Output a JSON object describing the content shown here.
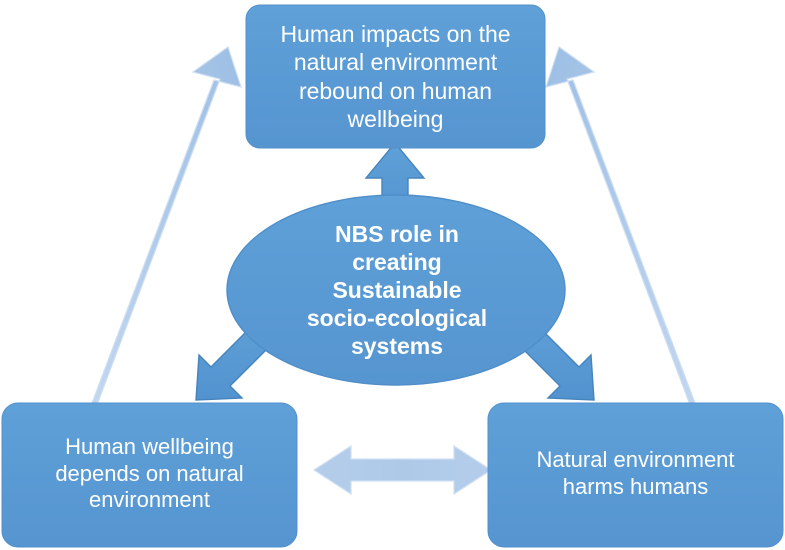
{
  "diagram": {
    "title": "NBS role in creating Sustainable socio-ecological systems",
    "colors": {
      "node_fill": "#5b9bd5",
      "node_fill_dark": "#4a8ac4",
      "node_stroke": "#4a8ac4",
      "arrow_dark": "#5b9bd5",
      "arrow_dark_stroke": "#4684bd",
      "arrow_light": "#aec9e8",
      "arrow_light_pale": "#cfdff2",
      "text": "#ffffff",
      "background": "#ffffff"
    },
    "nodes": [
      {
        "id": "center-ellipse",
        "shape": "ellipse",
        "label": "NBS role in\ncreating\nSustainable\nsocio-ecological\nsystems"
      },
      {
        "id": "top-box",
        "shape": "rounded-rect",
        "label": "Human impacts on the\nnatural environment\nrebound on human\nwellbeing"
      },
      {
        "id": "bottom-left-box",
        "shape": "rounded-rect",
        "label": "Human wellbeing\ndepends on natural\nenvironment"
      },
      {
        "id": "bottom-right-box",
        "shape": "rounded-rect",
        "label": "Natural environment\nharms humans"
      }
    ],
    "connectors": [
      {
        "id": "ellipse-to-top",
        "style": "block-arrow",
        "direction": "up",
        "heads": "single",
        "shade": "dark",
        "from": "center-ellipse",
        "to": "top-box"
      },
      {
        "id": "ellipse-to-bottom-left",
        "style": "block-arrow",
        "direction": "down-left",
        "heads": "single",
        "shade": "dark",
        "from": "center-ellipse",
        "to": "bottom-left-box"
      },
      {
        "id": "ellipse-to-bottom-right",
        "style": "block-arrow",
        "direction": "down-right",
        "heads": "single",
        "shade": "dark",
        "from": "center-ellipse",
        "to": "bottom-right-box"
      },
      {
        "id": "top-to-bottom-left",
        "style": "block-arrow",
        "direction": "diagonal",
        "heads": "double",
        "shade": "light",
        "from": "top-box",
        "to": "bottom-left-box"
      },
      {
        "id": "top-to-bottom-right",
        "style": "block-arrow",
        "direction": "diagonal",
        "heads": "double",
        "shade": "light",
        "from": "top-box",
        "to": "bottom-right-box"
      },
      {
        "id": "bottom-left-to-bottom-right",
        "style": "block-arrow",
        "direction": "horizontal",
        "heads": "double",
        "shade": "light",
        "from": "bottom-left-box",
        "to": "bottom-right-box"
      }
    ]
  }
}
